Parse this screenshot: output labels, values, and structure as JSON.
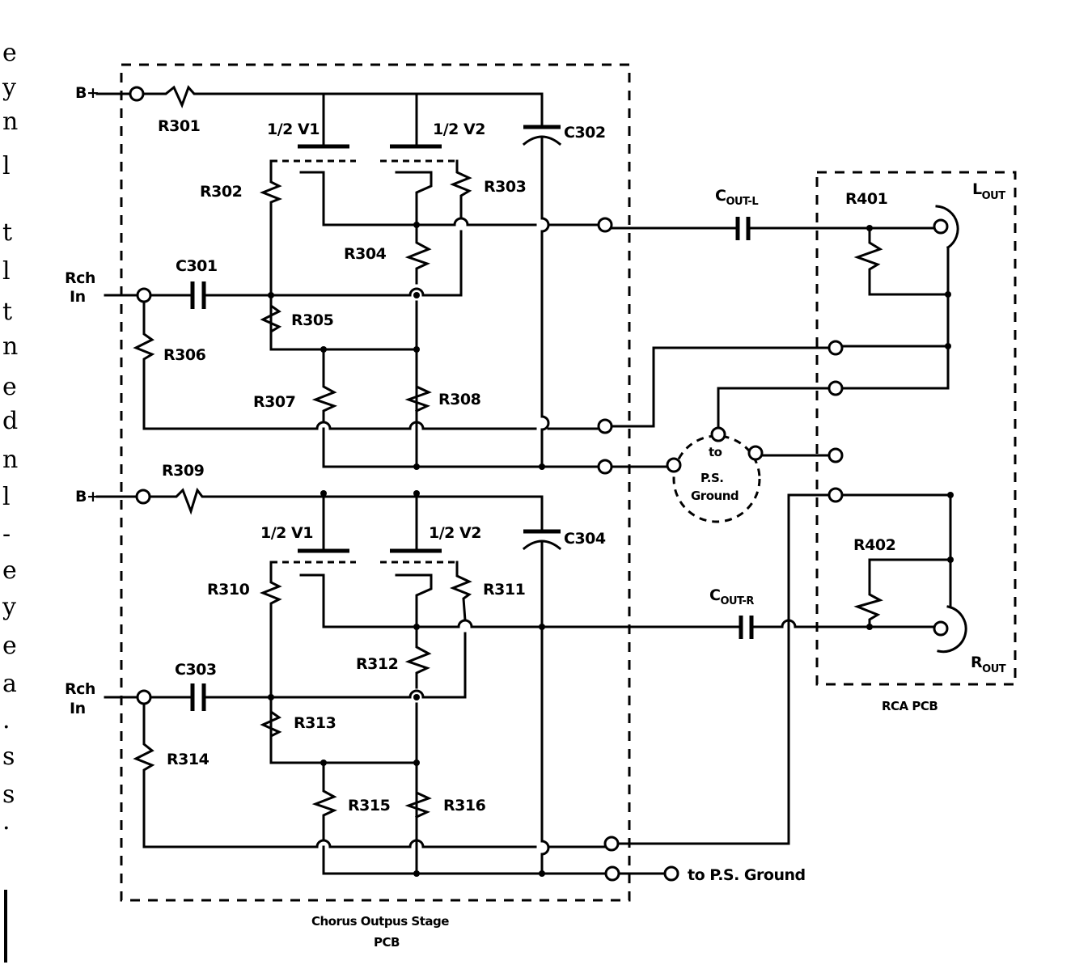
{
  "margin_text": [
    "e",
    "y",
    "n",
    "l",
    "t",
    "l",
    "t",
    "n",
    "e",
    "d",
    "n",
    "l",
    "-",
    "e",
    "y",
    "e",
    "a",
    ".",
    "s",
    "s",
    "."
  ],
  "board1": {
    "line1": "Chorus Outpus Stage",
    "line2": "PCB"
  },
  "board2": {
    "label": "RCA PCB"
  },
  "ground_circle": {
    "line1": "to",
    "line2": "P.S.",
    "line3": "Ground"
  },
  "ground_bottom": "to P.S. Ground",
  "top": {
    "bplus": "B+",
    "rch1": "Rch",
    "rch2": "In",
    "R301": "R301",
    "V1": "1/2 V1",
    "V2": "1/2 V2",
    "C302": "C302",
    "R302": "R302",
    "R303": "R303",
    "R304": "R304",
    "C301": "C301",
    "R305": "R305",
    "R306": "R306",
    "R307": "R307",
    "R308": "R308"
  },
  "bottom": {
    "bplus": "B+",
    "rch1": "Rch",
    "rch2": "In",
    "R309": "R309",
    "V1": "1/2 V1",
    "V2": "1/2 V2",
    "C304": "C304",
    "R310": "R310",
    "R311": "R311",
    "R312": "R312",
    "C303": "C303",
    "R313": "R313",
    "R314": "R314",
    "R315": "R315",
    "R316": "R316"
  },
  "rca": {
    "cout_l_main": "C",
    "cout_l_sub": "OUT-L",
    "cout_r_main": "C",
    "cout_r_sub": "OUT-R",
    "R401": "R401",
    "R402": "R402",
    "lout_main": "L",
    "lout_sub": "OUT",
    "rout_main": "R",
    "rout_sub": "OUT"
  }
}
